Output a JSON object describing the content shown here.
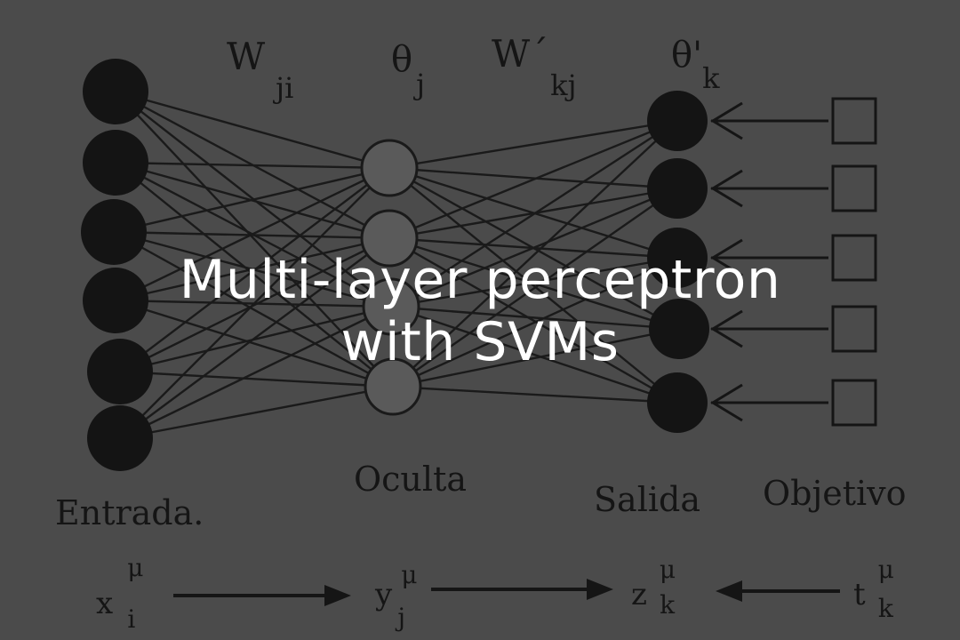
{
  "overlay": {
    "title_line1": "Multi-layer perceptron",
    "title_line2": "with SVMs"
  },
  "diagram": {
    "weights_input_hidden": {
      "base": "W",
      "sub": "ji"
    },
    "hidden_threshold": {
      "base": "θ",
      "sub": "j"
    },
    "weights_hidden_output": {
      "base": "W´",
      "sub": "kj"
    },
    "output_threshold": {
      "base": "θ'",
      "sub": "k"
    },
    "layers": {
      "input": "Entrada.",
      "hidden": "Oculta",
      "output": "Salida",
      "target": "Objetivo"
    },
    "vars": {
      "x": {
        "base": "x",
        "sup": "μ",
        "sub": "i"
      },
      "y": {
        "base": "y",
        "sup": "μ",
        "sub": "j"
      },
      "z": {
        "base": "z",
        "sup": "μ",
        "sub": "k"
      },
      "t": {
        "base": "t",
        "sup": "μ",
        "sub": "k"
      }
    },
    "counts": {
      "input": 6,
      "hidden": 4,
      "output": 5,
      "target": 5
    }
  }
}
